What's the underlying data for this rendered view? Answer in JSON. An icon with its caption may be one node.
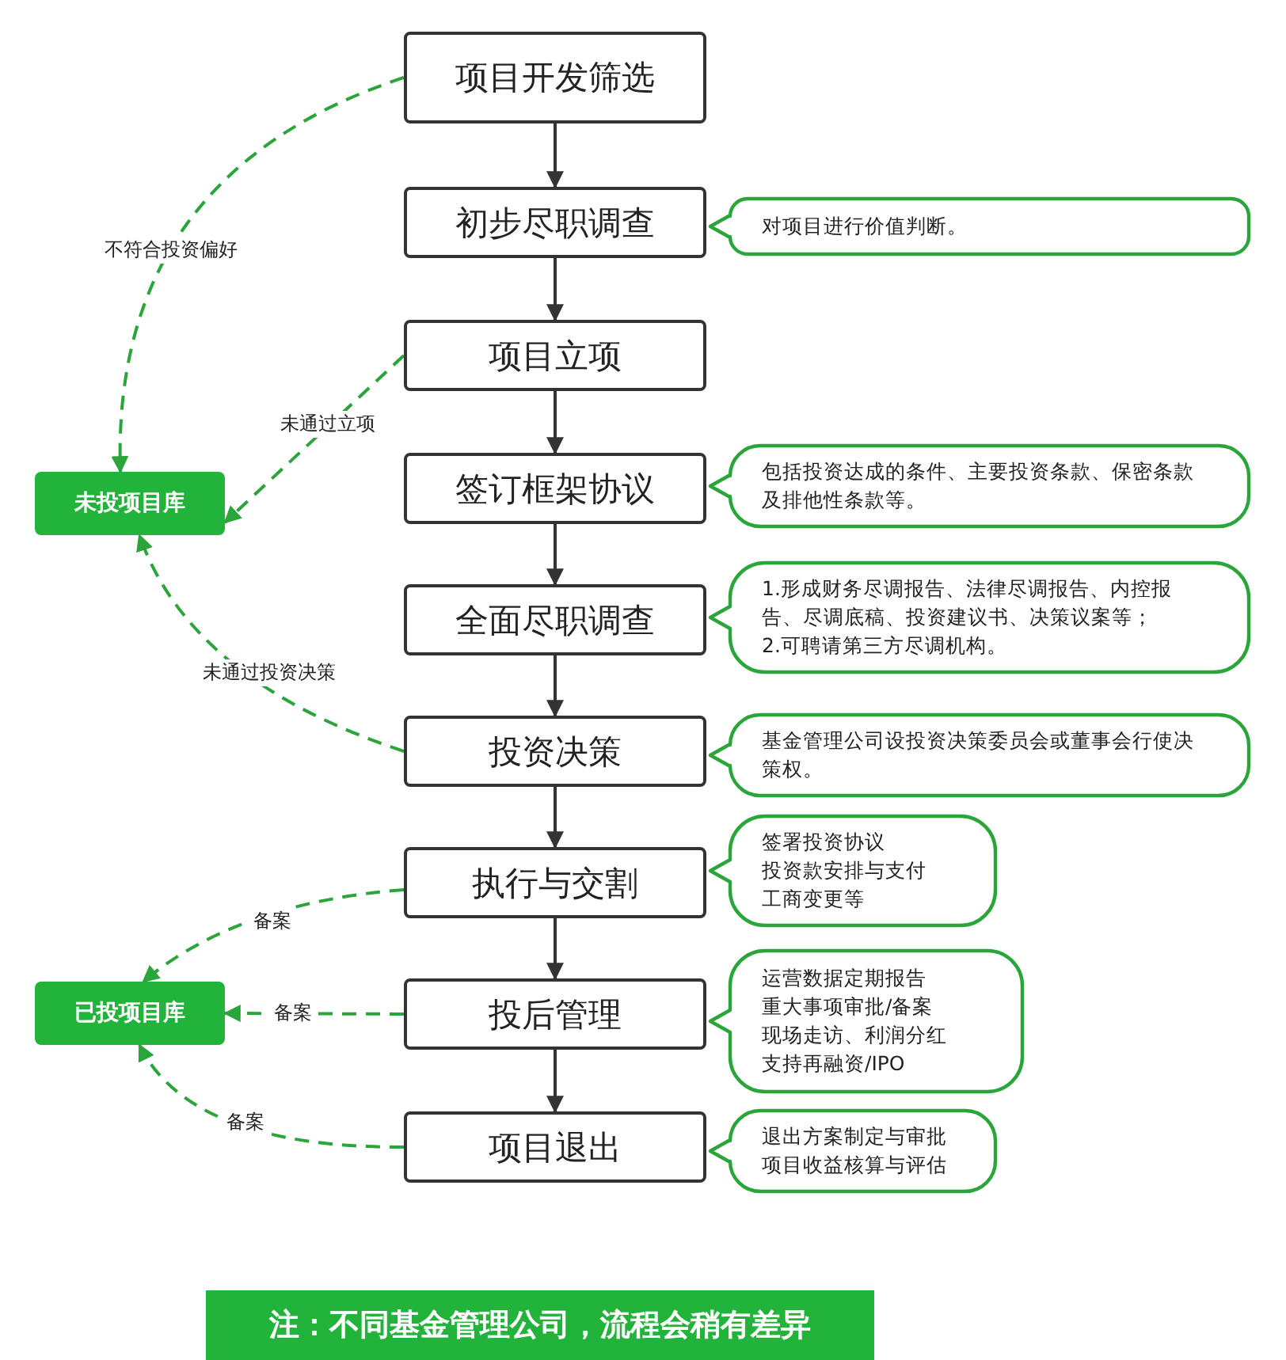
{
  "diagram": {
    "nodes": [
      {
        "text": [
          "项目开发筛选"
        ]
      },
      {
        "text": [
          "初步尽职调查"
        ]
      },
      {
        "text": [
          "项目立项"
        ]
      },
      {
        "text": [
          "签订框架协议"
        ]
      },
      {
        "text": [
          "全面尽职调查"
        ]
      },
      {
        "text": [
          "投资决策"
        ]
      },
      {
        "text": [
          "执行与交割"
        ]
      },
      {
        "text": [
          "投后管理"
        ]
      },
      {
        "text": [
          "项目退出"
        ]
      },
      {
        "text": [
          "对项目进行价值判断。"
        ]
      },
      {
        "text": [
          "包括投资达成的条件、主要投资条款、保密条款及排他性条款等。"
        ]
      },
      {
        "text": [
          "1.形成财务尽调报告、法律尽调报告、内控报告、尽调底稿、投资建议书、决策议案等；",
          "2.可聘请第三方尽调机构。"
        ]
      },
      {
        "text": [
          "基金管理公司设投资决策委员会或董事会行使决策权。"
        ]
      },
      {
        "text": [
          "签署投资协议",
          "投资款安排与支付",
          "工商变更等"
        ]
      },
      {
        "text": [
          "运营数据定期报告",
          "重大事项审批/备案",
          "现场走访、利润分红",
          "支持再融资/IPO"
        ]
      },
      {
        "text": [
          "退出方案制定与审批",
          "项目收益核算与评估"
        ]
      },
      {
        "text": [
          "未投项目库"
        ]
      },
      {
        "text": [
          "已投项目库"
        ]
      },
      {
        "text": [
          "注：不同基金管理公司，流程会稍有差异"
        ]
      }
    ],
    "edges": [
      {
        "from": 0,
        "to": 1,
        "arrow": "to"
      },
      {
        "from": 1,
        "to": 2,
        "arrow": "to"
      },
      {
        "from": 2,
        "to": 3,
        "arrow": "to"
      },
      {
        "from": 3,
        "to": 4,
        "arrow": "to"
      },
      {
        "from": 4,
        "to": 5,
        "arrow": "to"
      },
      {
        "from": 5,
        "to": 6,
        "arrow": "to"
      },
      {
        "from": 6,
        "to": 7,
        "arrow": "to"
      },
      {
        "from": 7,
        "to": 8,
        "arrow": "to"
      },
      {
        "from": 0,
        "to": 16,
        "arrow": "to",
        "label": "不符合投资偏好",
        "style": "dashed",
        "color": "#2aa53a"
      },
      {
        "from": 2,
        "to": 16,
        "arrow": "to",
        "label": "未通过立项",
        "style": "dashed",
        "color": "#2aa53a"
      },
      {
        "from": 5,
        "to": 16,
        "arrow": "to",
        "label": "未通过投资决策",
        "style": "dashed",
        "color": "#2aa53a"
      },
      {
        "from": 6,
        "to": 17,
        "arrow": "to",
        "label": "备案",
        "style": "dashed",
        "color": "#2aa53a"
      },
      {
        "from": 7,
        "to": 17,
        "arrow": "to",
        "label": "备案",
        "style": "dashed",
        "color": "#2aa53a"
      },
      {
        "from": 8,
        "to": 17,
        "arrow": "to",
        "label": "备案",
        "style": "dashed",
        "color": "#2aa53a"
      }
    ]
  }
}
